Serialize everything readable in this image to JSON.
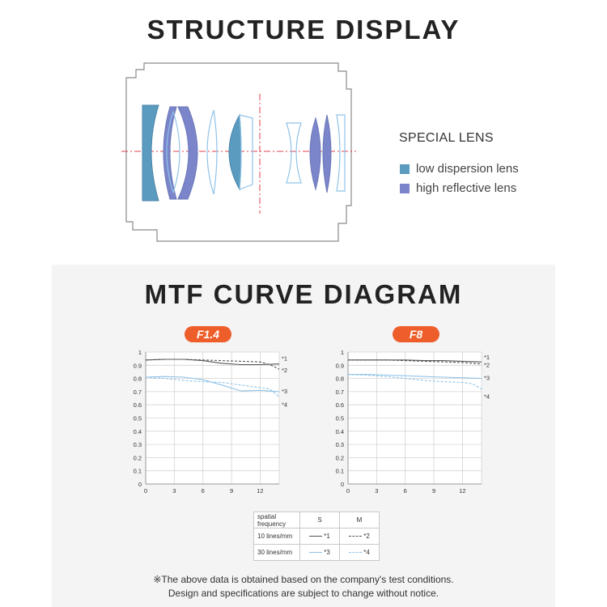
{
  "structure": {
    "title": "STRUCTURE DISPLAY",
    "legend_title": "SPECIAL LENS",
    "legend": [
      {
        "label": "low dispersion lens",
        "color": "#5a9bbf"
      },
      {
        "label": "high reflective lens",
        "color": "#7a86c9"
      }
    ]
  },
  "mtf": {
    "title": "MTF CURVE DIAGRAM",
    "key": {
      "header_label": "spatial frequency",
      "col_s": "S",
      "col_m": "M",
      "row1_label": "10 lines/mm",
      "row2_label": "30 lines/mm",
      "entries": {
        "s10": "*1",
        "m10": "*2",
        "s30": "*3",
        "m30": "*4"
      }
    },
    "note_line1": "※The above data is obtained based on the company's test conditions.",
    "note_line2": "Design and specifications are subject to change without notice."
  },
  "chart_data": [
    {
      "type": "line",
      "title": "F1.4",
      "xlabel": "",
      "ylabel": "",
      "xlim": [
        0,
        14
      ],
      "ylim": [
        0,
        1
      ],
      "x_ticks": [
        "0",
        "3",
        "6",
        "9",
        "12"
      ],
      "y_ticks": [
        "0",
        "0.1",
        "0.2",
        "0.3",
        "0.4",
        "0.5",
        "0.6",
        "0.7",
        "0.8",
        "0.9",
        "1"
      ],
      "grid": true,
      "series": [
        {
          "name": "*1",
          "style": "solid",
          "color": "#555555",
          "x": [
            0,
            2,
            4,
            6,
            8,
            10,
            12,
            14
          ],
          "y": [
            0.94,
            0.945,
            0.945,
            0.935,
            0.915,
            0.905,
            0.905,
            0.91
          ]
        },
        {
          "name": "*2",
          "style": "dashed",
          "color": "#555555",
          "x": [
            0,
            2,
            4,
            6,
            8,
            10,
            12,
            13,
            14
          ],
          "y": [
            0.94,
            0.945,
            0.945,
            0.94,
            0.935,
            0.93,
            0.925,
            0.905,
            0.87
          ]
        },
        {
          "name": "*3",
          "style": "solid",
          "color": "#8fc3e8",
          "x": [
            0,
            2,
            4,
            6,
            8,
            10,
            12,
            14
          ],
          "y": [
            0.81,
            0.815,
            0.81,
            0.79,
            0.75,
            0.705,
            0.71,
            0.7
          ]
        },
        {
          "name": "*4",
          "style": "dashed",
          "color": "#8fc3e8",
          "x": [
            0,
            2,
            4,
            6,
            8,
            10,
            12,
            13,
            14
          ],
          "y": [
            0.81,
            0.8,
            0.785,
            0.775,
            0.77,
            0.75,
            0.73,
            0.72,
            0.66
          ]
        }
      ]
    },
    {
      "type": "line",
      "title": "F8",
      "xlabel": "",
      "ylabel": "",
      "xlim": [
        0,
        14
      ],
      "ylim": [
        0,
        1
      ],
      "x_ticks": [
        "0",
        "3",
        "6",
        "9",
        "12"
      ],
      "y_ticks": [
        "0",
        "0.1",
        "0.2",
        "0.3",
        "0.4",
        "0.5",
        "0.6",
        "0.7",
        "0.8",
        "0.9",
        "1"
      ],
      "grid": true,
      "series": [
        {
          "name": "*1",
          "style": "solid",
          "color": "#555555",
          "x": [
            0,
            2,
            4,
            6,
            8,
            10,
            12,
            14
          ],
          "y": [
            0.94,
            0.94,
            0.94,
            0.94,
            0.935,
            0.935,
            0.93,
            0.925
          ]
        },
        {
          "name": "*2",
          "style": "dashed",
          "color": "#555555",
          "x": [
            0,
            2,
            4,
            6,
            8,
            10,
            12,
            14
          ],
          "y": [
            0.94,
            0.94,
            0.94,
            0.935,
            0.93,
            0.925,
            0.92,
            0.91
          ]
        },
        {
          "name": "*3",
          "style": "solid",
          "color": "#8fc3e8",
          "x": [
            0,
            2,
            4,
            6,
            8,
            10,
            12,
            14
          ],
          "y": [
            0.83,
            0.83,
            0.825,
            0.82,
            0.815,
            0.81,
            0.805,
            0.8
          ]
        },
        {
          "name": "*4",
          "style": "dashed",
          "color": "#8fc3e8",
          "x": [
            0,
            2,
            4,
            6,
            8,
            10,
            12,
            13,
            14
          ],
          "y": [
            0.83,
            0.825,
            0.815,
            0.8,
            0.785,
            0.775,
            0.77,
            0.76,
            0.72
          ]
        }
      ]
    }
  ]
}
